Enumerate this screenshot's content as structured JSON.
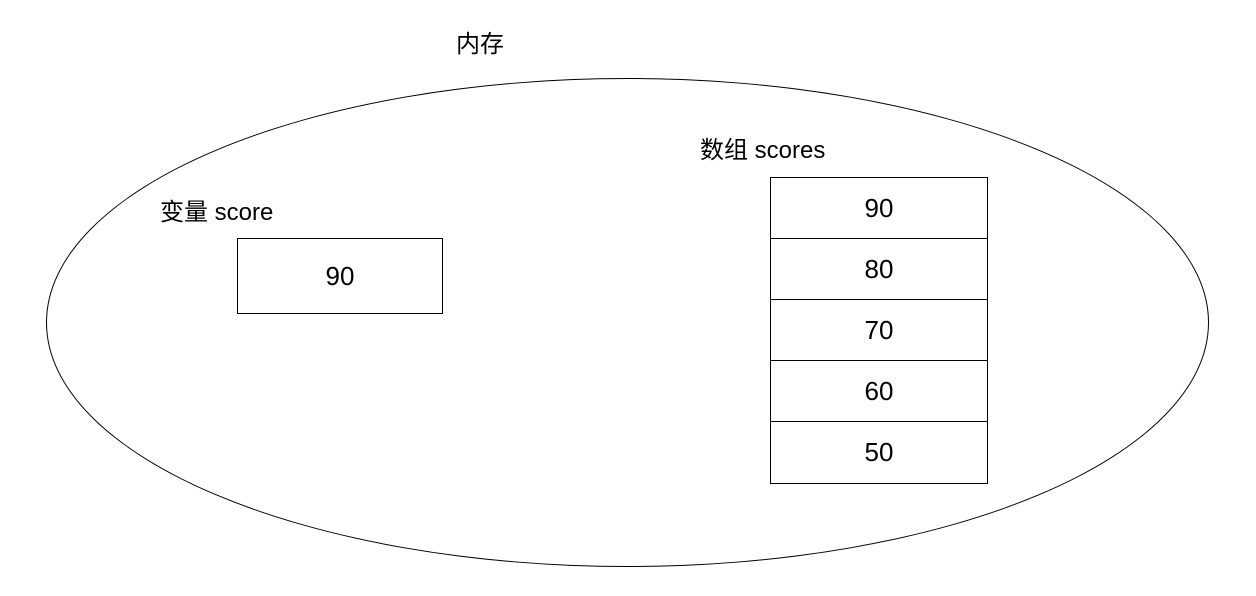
{
  "diagram": {
    "title": "内存",
    "variable": {
      "label": "变量 score",
      "value": "90"
    },
    "array": {
      "label": "数组 scores",
      "values": [
        "90",
        "80",
        "70",
        "60",
        "50"
      ]
    },
    "colors": {
      "background": "#ffffff",
      "stroke": "#000000",
      "text": "#000000"
    }
  }
}
